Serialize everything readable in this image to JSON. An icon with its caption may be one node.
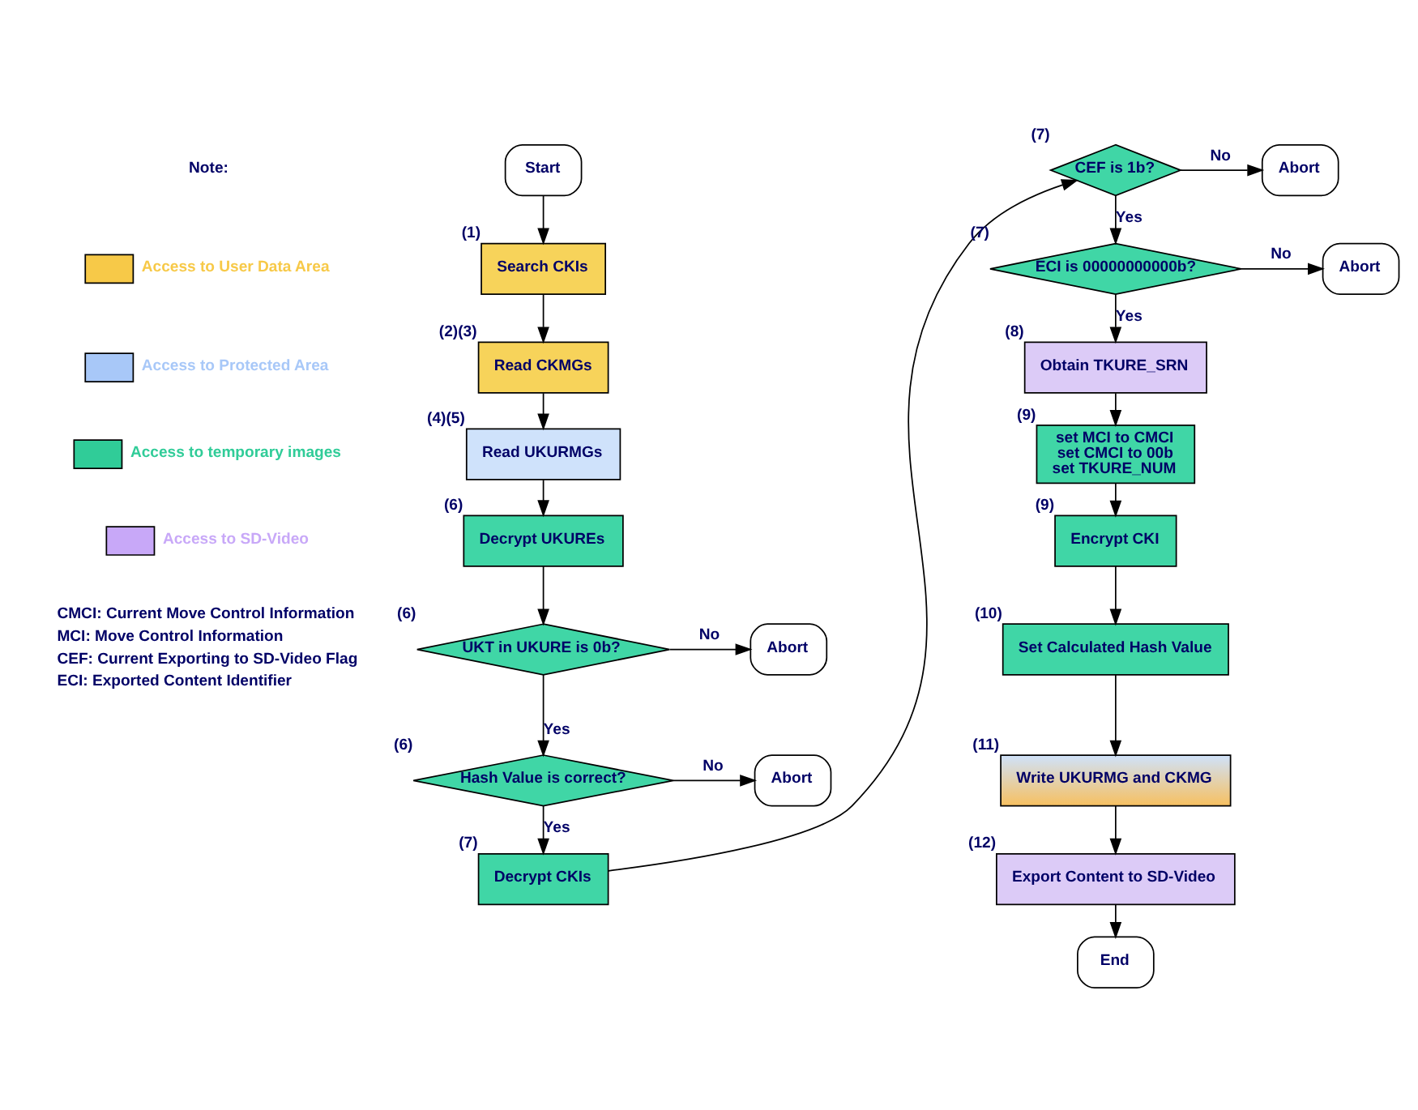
{
  "diagram": {
    "nodes": [
      {
        "text": [
          "Start"
        ]
      },
      {
        "text": [
          "Search CKIs"
        ],
        "beside": [
          "(1)"
        ]
      },
      {
        "text": [
          "Read CKMGs"
        ],
        "beside": [
          "(2)(3)"
        ]
      },
      {
        "text": [
          "Read UKURMGs"
        ],
        "beside": [
          "(4)(5)"
        ]
      },
      {
        "text": [
          "Decrypt UKUREs"
        ],
        "beside": [
          "(6)"
        ]
      },
      {
        "text": [
          "UKT in UKURE is 0b?"
        ],
        "beside": [
          "(6)"
        ]
      },
      {
        "text": [
          "Abort"
        ]
      },
      {
        "text": [
          "Hash Value is correct?"
        ],
        "beside": [
          "(6)"
        ]
      },
      {
        "text": [
          "Abort"
        ]
      },
      {
        "text": [
          "Decrypt CKIs"
        ],
        "beside": [
          "(7)"
        ]
      },
      {
        "text": [
          "CEF is 1b?"
        ],
        "beside": [
          "(7)"
        ]
      },
      {
        "text": [
          "Abort"
        ]
      },
      {
        "text": [
          "ECI is 00000000000b?"
        ],
        "beside": [
          "(7)"
        ]
      },
      {
        "text": [
          "Abort"
        ]
      },
      {
        "text": [
          "Obtain TKURE_SRN"
        ],
        "beside": [
          "(8)"
        ]
      },
      {
        "text": [
          "set MCI to CMCI",
          "set CMCI to 00b",
          "set TKURE_NUM"
        ],
        "beside": [
          "(9)"
        ]
      },
      {
        "text": [
          "Encrypt CKI"
        ],
        "beside": [
          "(9)"
        ]
      },
      {
        "text": [
          "Set Calculated Hash Value"
        ],
        "beside": [
          "(10)"
        ]
      },
      {
        "text": [
          "Write UKURMG and CKMG"
        ],
        "beside": [
          "(11)"
        ]
      },
      {
        "text": [
          "Export Content to SD-Video"
        ],
        "beside": [
          "(12)"
        ]
      },
      {
        "text": [
          "End"
        ]
      }
    ],
    "edges": [
      {
        "from": 0,
        "to": 1,
        "arrow": "to"
      },
      {
        "from": 1,
        "to": 2,
        "arrow": "to"
      },
      {
        "from": 2,
        "to": 3,
        "arrow": "to"
      },
      {
        "from": 3,
        "to": 4,
        "arrow": "to"
      },
      {
        "from": 4,
        "to": 5,
        "arrow": "to"
      },
      {
        "from": 5,
        "to": 6,
        "arrow": "to",
        "label": "No"
      },
      {
        "from": 5,
        "to": 7,
        "arrow": "to",
        "label": "Yes"
      },
      {
        "from": 7,
        "to": 8,
        "arrow": "to",
        "label": "No"
      },
      {
        "from": 7,
        "to": 9,
        "arrow": "to",
        "label": "Yes"
      },
      {
        "from": 9,
        "to": 10,
        "arrow": "to"
      },
      {
        "from": 10,
        "to": 11,
        "arrow": "to",
        "label": "No"
      },
      {
        "from": 10,
        "to": 12,
        "arrow": "to",
        "label": "Yes"
      },
      {
        "from": 12,
        "to": 13,
        "arrow": "to",
        "label": "No"
      },
      {
        "from": 12,
        "to": 14,
        "arrow": "to",
        "label": "Yes"
      },
      {
        "from": 14,
        "to": 15,
        "arrow": "to"
      },
      {
        "from": 15,
        "to": 16,
        "arrow": "to"
      },
      {
        "from": 16,
        "to": 17,
        "arrow": "to"
      },
      {
        "from": 17,
        "to": 18,
        "arrow": "to"
      },
      {
        "from": 18,
        "to": 19,
        "arrow": "to"
      },
      {
        "from": 19,
        "to": 20,
        "arrow": "to"
      }
    ],
    "labels": [
      "Note:",
      "CMCI: Current Move Control Information",
      "MCI: Move Control Information",
      "CEF: Current Exporting to SD-Video Flag",
      "ECI: Exported Content Identifier"
    ],
    "legend": [
      {
        "text": "Access to User Data Area",
        "color": "#f7c948"
      },
      {
        "text": "Access to Protected Area",
        "color": "#a8c8f8"
      },
      {
        "text": "Access to temporary images",
        "color": "#30cc98"
      },
      {
        "text": "Access to SD-Video",
        "color": "#c8a8f8"
      }
    ]
  }
}
